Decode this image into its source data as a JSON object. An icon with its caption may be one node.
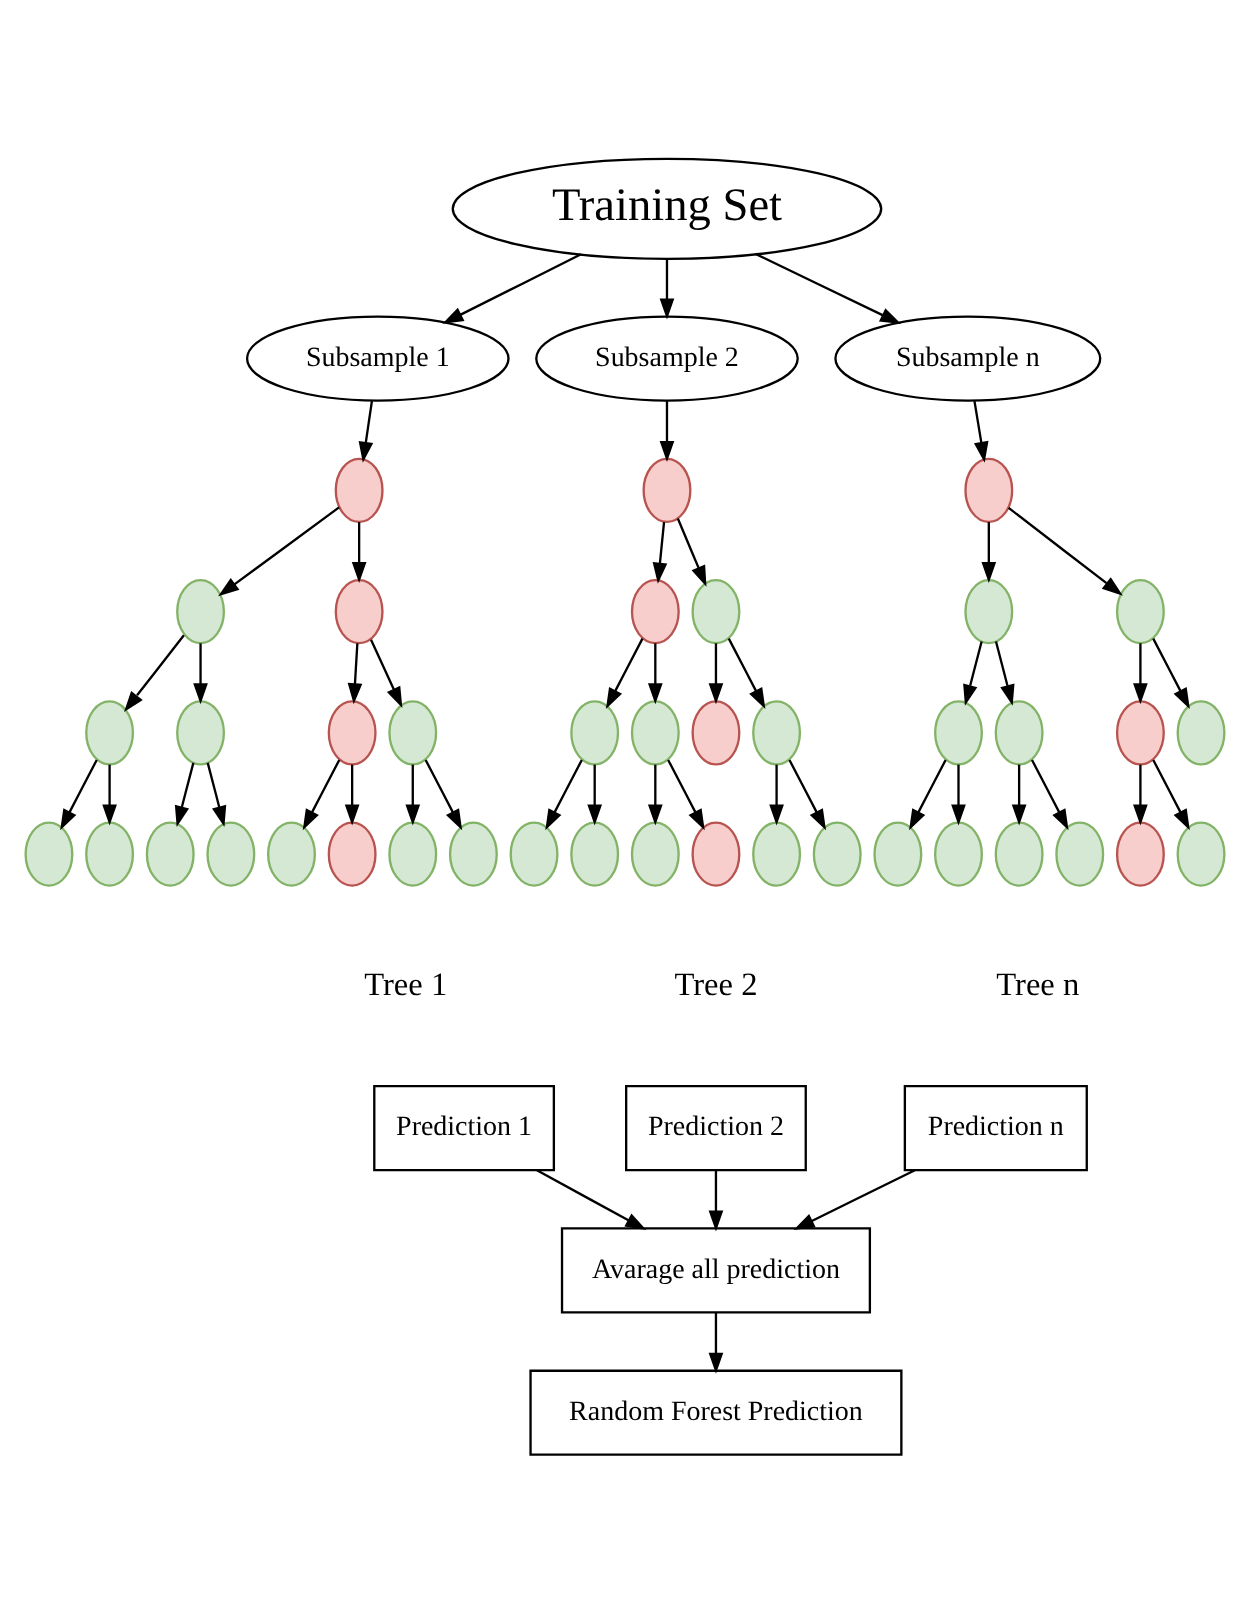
{
  "diagram": {
    "nodes": [
      {
        "text": [
          "Training Set"
        ]
      },
      {
        "text": [
          "Subsample 1"
        ]
      },
      {
        "text": [
          "Subsample 2"
        ]
      },
      {
        "text": [
          "Subsample n"
        ]
      },
      {
        "text": [],
        "shape": "circle"
      },
      {
        "text": [],
        "shape": "circle"
      },
      {
        "text": [],
        "shape": "circle"
      },
      {
        "text": [],
        "shape": "circle"
      },
      {
        "text": [],
        "shape": "circle"
      },
      {
        "text": [],
        "shape": "circle"
      },
      {
        "text": [],
        "shape": "circle"
      },
      {
        "text": [],
        "shape": "circle"
      },
      {
        "text": [],
        "shape": "circle"
      },
      {
        "text": [],
        "shape": "circle"
      },
      {
        "text": [],
        "shape": "circle"
      },
      {
        "text": [],
        "shape": "circle"
      },
      {
        "text": [],
        "shape": "circle"
      },
      {
        "text": [],
        "shape": "circle"
      },
      {
        "text": [],
        "shape": "circle"
      },
      {
        "text": [],
        "shape": "circle"
      },
      {
        "text": [],
        "shape": "circle"
      },
      {
        "text": [],
        "shape": "circle"
      },
      {
        "text": [],
        "shape": "circle"
      },
      {
        "text": [],
        "shape": "circle"
      },
      {
        "text": [],
        "shape": "circle"
      },
      {
        "text": [],
        "shape": "circle"
      },
      {
        "text": [],
        "shape": "circle"
      },
      {
        "text": [],
        "shape": "circle"
      },
      {
        "text": [],
        "shape": "circle"
      },
      {
        "text": [],
        "shape": "circle"
      },
      {
        "text": [],
        "shape": "circle"
      },
      {
        "text": [],
        "shape": "circle"
      },
      {
        "text": [],
        "shape": "circle"
      },
      {
        "text": [],
        "shape": "circle"
      },
      {
        "text": [],
        "shape": "circle"
      },
      {
        "text": [],
        "shape": "circle"
      },
      {
        "text": [],
        "shape": "circle"
      },
      {
        "text": [],
        "shape": "circle"
      },
      {
        "text": [],
        "shape": "circle"
      },
      {
        "text": [],
        "shape": "circle"
      },
      {
        "text": [],
        "shape": "circle"
      },
      {
        "text": [],
        "shape": "circle"
      },
      {
        "text": [],
        "shape": "circle"
      },
      {
        "text": [],
        "shape": "circle"
      },
      {
        "text": [],
        "shape": "circle"
      },
      {
        "text": [
          "Prediction 1"
        ]
      },
      {
        "text": [
          "Prediction 2"
        ]
      },
      {
        "text": [
          "Prediction n"
        ]
      },
      {
        "text": [
          "Avarage all prediction"
        ]
      },
      {
        "text": [
          "Random Forest Prediction"
        ]
      }
    ],
    "edges": [
      {
        "from": 0,
        "to": 1,
        "arrow": "to"
      },
      {
        "from": 0,
        "to": 2,
        "arrow": "to"
      },
      {
        "from": 0,
        "to": 3,
        "arrow": "to"
      },
      {
        "from": 1,
        "to": 4,
        "arrow": "to"
      },
      {
        "from": 2,
        "to": 5,
        "arrow": "to"
      },
      {
        "from": 3,
        "to": 6,
        "arrow": "to"
      },
      {
        "from": 4,
        "to": 7,
        "arrow": "to"
      },
      {
        "from": 4,
        "to": 8,
        "arrow": "to"
      },
      {
        "from": 5,
        "to": 9,
        "arrow": "to"
      },
      {
        "from": 5,
        "to": 10,
        "arrow": "to"
      },
      {
        "from": 6,
        "to": 11,
        "arrow": "to"
      },
      {
        "from": 6,
        "to": 12,
        "arrow": "to"
      },
      {
        "from": 7,
        "to": 13,
        "arrow": "to"
      },
      {
        "from": 7,
        "to": 14,
        "arrow": "to"
      },
      {
        "from": 8,
        "to": 15,
        "arrow": "to"
      },
      {
        "from": 8,
        "to": 16,
        "arrow": "to"
      },
      {
        "from": 9,
        "to": 17,
        "arrow": "to"
      },
      {
        "from": 9,
        "to": 18,
        "arrow": "to"
      },
      {
        "from": 10,
        "to": 19,
        "arrow": "to"
      },
      {
        "from": 10,
        "to": 20,
        "arrow": "to"
      },
      {
        "from": 11,
        "to": 21,
        "arrow": "to"
      },
      {
        "from": 11,
        "to": 22,
        "arrow": "to"
      },
      {
        "from": 12,
        "to": 23,
        "arrow": "to"
      },
      {
        "from": 12,
        "to": 24,
        "arrow": "to"
      },
      {
        "from": 13,
        "to": 25,
        "arrow": "to"
      },
      {
        "from": 13,
        "to": 26,
        "arrow": "to"
      },
      {
        "from": 14,
        "to": 27,
        "arrow": "to"
      },
      {
        "from": 14,
        "to": 28,
        "arrow": "to"
      },
      {
        "from": 15,
        "to": 29,
        "arrow": "to"
      },
      {
        "from": 15,
        "to": 30,
        "arrow": "to"
      },
      {
        "from": 16,
        "to": 31,
        "arrow": "to"
      },
      {
        "from": 16,
        "to": 32,
        "arrow": "to"
      },
      {
        "from": 17,
        "to": 33,
        "arrow": "to"
      },
      {
        "from": 17,
        "to": 34,
        "arrow": "to"
      },
      {
        "from": 18,
        "to": 35,
        "arrow": "to"
      },
      {
        "from": 18,
        "to": 36,
        "arrow": "to"
      },
      {
        "from": 20,
        "to": 37,
        "arrow": "to"
      },
      {
        "from": 20,
        "to": 38,
        "arrow": "to"
      },
      {
        "from": 21,
        "to": 39,
        "arrow": "to"
      },
      {
        "from": 21,
        "to": 40,
        "arrow": "to"
      },
      {
        "from": 22,
        "to": 41,
        "arrow": "to"
      },
      {
        "from": 22,
        "to": 42,
        "arrow": "to"
      },
      {
        "from": 23,
        "to": 43,
        "arrow": "to"
      },
      {
        "from": 23,
        "to": 44,
        "arrow": "to"
      },
      {
        "from": 45,
        "to": 48,
        "arrow": "to"
      },
      {
        "from": 46,
        "to": 48,
        "arrow": "to"
      },
      {
        "from": 47,
        "to": 48,
        "arrow": "to"
      },
      {
        "from": 48,
        "to": 49,
        "arrow": "to"
      }
    ],
    "labels": [
      "Tree 1",
      "Tree 2",
      "Tree n"
    ]
  }
}
